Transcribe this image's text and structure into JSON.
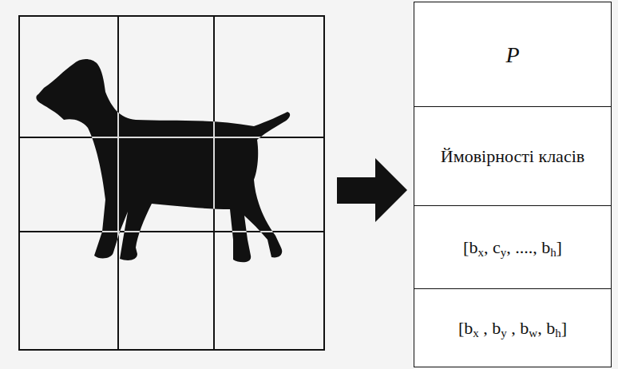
{
  "diagram": {
    "nodes": [
      {
        "text": [
          "P"
        ]
      },
      {
        "text": [
          "Ймовірності класів"
        ]
      },
      {
        "text": [
          "[bx, cy, ...., bh]"
        ]
      },
      {
        "text": [
          "[bx , by , bw, bh]"
        ]
      }
    ]
  }
}
